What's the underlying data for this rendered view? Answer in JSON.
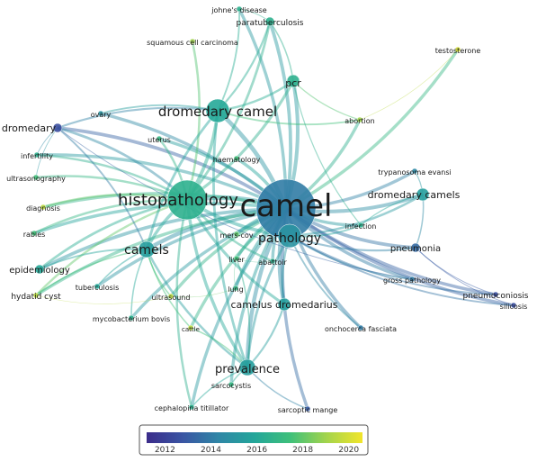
{
  "network": {
    "nodes": [
      {
        "id": "camel",
        "label": "camel",
        "year": 2014.0,
        "weight": 10
      },
      {
        "id": "histopathology",
        "label": "histopathology",
        "year": 2016.5,
        "weight": 7
      },
      {
        "id": "pathology",
        "label": "pathology",
        "year": 2015.0,
        "weight": 5
      },
      {
        "id": "dromedary_camel",
        "label": "dromedary camel",
        "year": 2016.0,
        "weight": 5
      },
      {
        "id": "camels",
        "label": "camels",
        "year": 2015.5,
        "weight": 4
      },
      {
        "id": "pcr",
        "label": "pcr",
        "year": 2016.5,
        "weight": 3
      },
      {
        "id": "prevalence",
        "label": "prevalence",
        "year": 2015.5,
        "weight": 4
      },
      {
        "id": "camelus_dromedarius",
        "label": "camelus dromedarius",
        "year": 2015.5,
        "weight": 3
      },
      {
        "id": "dromedary_camels",
        "label": "dromedary camels",
        "year": 2015.5,
        "weight": 3
      },
      {
        "id": "pneumonia",
        "label": "pneumonia",
        "year": 2013.5,
        "weight": 2
      },
      {
        "id": "dromedary",
        "label": "dromedary",
        "year": 2012.5,
        "weight": 2
      },
      {
        "id": "epidemiology",
        "label": "epidemiology",
        "year": 2016.0,
        "weight": 2
      },
      {
        "id": "paratuberculosis",
        "label": "paratuberculosis",
        "year": 2016.5,
        "weight": 2
      },
      {
        "id": "johnes_disease",
        "label": "johne's disease",
        "year": 2016.5,
        "weight": 1
      },
      {
        "id": "squamous",
        "label": "squamous cell carcinoma",
        "year": 2019.0,
        "weight": 1
      },
      {
        "id": "testosterone",
        "label": "testosterone",
        "year": 2020.0,
        "weight": 1
      },
      {
        "id": "ovary",
        "label": "ovary",
        "year": 2015.0,
        "weight": 1
      },
      {
        "id": "abortion",
        "label": "abortion",
        "year": 2019.0,
        "weight": 1
      },
      {
        "id": "uterus",
        "label": "uterus",
        "year": 2017.0,
        "weight": 1
      },
      {
        "id": "haematology",
        "label": "haematology",
        "year": 2017.5,
        "weight": 1
      },
      {
        "id": "infertility",
        "label": "infertility",
        "year": 2016.5,
        "weight": 1
      },
      {
        "id": "trypanosoma",
        "label": "trypanosoma evansi",
        "year": 2014.5,
        "weight": 1
      },
      {
        "id": "ultrasonography",
        "label": "ultrasonography",
        "year": 2017.5,
        "weight": 1
      },
      {
        "id": "diagnosis",
        "label": "diagnosis",
        "year": 2019.5,
        "weight": 1
      },
      {
        "id": "infection",
        "label": "infection",
        "year": 2016.5,
        "weight": 1
      },
      {
        "id": "mers_cov",
        "label": "mers-cov",
        "year": 2018.0,
        "weight": 1
      },
      {
        "id": "rabies",
        "label": "rabies",
        "year": 2017.5,
        "weight": 1
      },
      {
        "id": "liver",
        "label": "liver",
        "year": 2017.5,
        "weight": 1
      },
      {
        "id": "abattoir",
        "label": "abattoir",
        "year": 2016.5,
        "weight": 1
      },
      {
        "id": "gross_pathology",
        "label": "gross pathology",
        "year": 2014.0,
        "weight": 1
      },
      {
        "id": "tuberculosis",
        "label": "tuberculosis",
        "year": 2016.0,
        "weight": 1
      },
      {
        "id": "hydatid_cyst",
        "label": "hydatid cyst",
        "year": 2019.5,
        "weight": 1
      },
      {
        "id": "ultrasound",
        "label": "ultrasound",
        "year": 2019.5,
        "weight": 1
      },
      {
        "id": "lung",
        "label": "lung",
        "year": 2017.0,
        "weight": 1
      },
      {
        "id": "pneumoconiosis",
        "label": "pneumoconiosis",
        "year": 2012.5,
        "weight": 1
      },
      {
        "id": "silicosis",
        "label": "silicosis",
        "year": 2012.5,
        "weight": 1
      },
      {
        "id": "mycobacterium",
        "label": "mycobacterium bovis",
        "year": 2016.5,
        "weight": 1
      },
      {
        "id": "cattle",
        "label": "cattle",
        "year": 2019.5,
        "weight": 1
      },
      {
        "id": "onchocerca",
        "label": "onchocerca fasciata",
        "year": 2014.0,
        "weight": 1
      },
      {
        "id": "sarcocystis",
        "label": "sarcocystis",
        "year": 2017.0,
        "weight": 1
      },
      {
        "id": "cephalopina",
        "label": "cephalopina titillator",
        "year": 2016.5,
        "weight": 1
      },
      {
        "id": "sarcoptic",
        "label": "sarcoptic mange",
        "year": 2013.0,
        "weight": 1
      }
    ],
    "links": [
      [
        "camel",
        "histopathology"
      ],
      [
        "camel",
        "pathology"
      ],
      [
        "camel",
        "dromedary_camel"
      ],
      [
        "camel",
        "camels"
      ],
      [
        "camel",
        "pcr"
      ],
      [
        "camel",
        "prevalence"
      ],
      [
        "camel",
        "camelus_dromedarius"
      ],
      [
        "camel",
        "dromedary_camels"
      ],
      [
        "camel",
        "pneumonia"
      ],
      [
        "camel",
        "dromedary"
      ],
      [
        "camel",
        "epidemiology"
      ],
      [
        "camel",
        "paratuberculosis"
      ],
      [
        "camel",
        "johnes_disease"
      ],
      [
        "camel",
        "testosterone"
      ],
      [
        "camel",
        "abortion"
      ],
      [
        "camel",
        "haematology"
      ],
      [
        "camel",
        "trypanosoma"
      ],
      [
        "camel",
        "infection"
      ],
      [
        "camel",
        "mers_cov"
      ],
      [
        "camel",
        "liver"
      ],
      [
        "camel",
        "abattoir"
      ],
      [
        "camel",
        "gross_pathology"
      ],
      [
        "camel",
        "tuberculosis"
      ],
      [
        "camel",
        "hydatid_cyst"
      ],
      [
        "camel",
        "ultrasound"
      ],
      [
        "camel",
        "lung"
      ],
      [
        "camel",
        "pneumoconiosis"
      ],
      [
        "camel",
        "silicosis"
      ],
      [
        "camel",
        "cattle"
      ],
      [
        "camel",
        "onchocerca"
      ],
      [
        "camel",
        "sarcocystis"
      ],
      [
        "camel",
        "cephalopina"
      ],
      [
        "camel",
        "sarcoptic"
      ],
      [
        "camel",
        "ovary"
      ],
      [
        "camel",
        "uterus"
      ],
      [
        "camel",
        "infertility"
      ],
      [
        "camel",
        "diagnosis"
      ],
      [
        "camel",
        "rabies"
      ],
      [
        "camel",
        "mycobacterium"
      ],
      [
        "histopathology",
        "dromedary_camel"
      ],
      [
        "histopathology",
        "camels"
      ],
      [
        "histopathology",
        "prevalence"
      ],
      [
        "histopathology",
        "paratuberculosis"
      ],
      [
        "histopathology",
        "pcr"
      ],
      [
        "histopathology",
        "dromedary"
      ],
      [
        "histopathology",
        "epidemiology"
      ],
      [
        "histopathology",
        "diagnosis"
      ],
      [
        "histopathology",
        "infertility"
      ],
      [
        "histopathology",
        "ultrasonography"
      ],
      [
        "histopathology",
        "squamous"
      ],
      [
        "histopathology",
        "uterus"
      ],
      [
        "histopathology",
        "pathology"
      ],
      [
        "histopathology",
        "abattoir"
      ],
      [
        "histopathology",
        "camelus_dromedarius"
      ],
      [
        "histopathology",
        "rabies"
      ],
      [
        "histopathology",
        "hydatid_cyst"
      ],
      [
        "histopathology",
        "cephalopina"
      ],
      [
        "dromedary_camel",
        "pcr"
      ],
      [
        "dromedary_camel",
        "paratuberculosis"
      ],
      [
        "dromedary_camel",
        "prevalence"
      ],
      [
        "dromedary_camel",
        "camels"
      ],
      [
        "dromedary_camel",
        "ovary"
      ],
      [
        "dromedary_camel",
        "dromedary"
      ],
      [
        "dromedary_camel",
        "johnes_disease"
      ],
      [
        "dromedary_camel",
        "abortion"
      ],
      [
        "pathology",
        "pneumonia"
      ],
      [
        "pathology",
        "gross_pathology"
      ],
      [
        "pathology",
        "pneumoconiosis"
      ],
      [
        "pathology",
        "silicosis"
      ],
      [
        "pathology",
        "dromedary_camels"
      ],
      [
        "pathology",
        "onchocerca"
      ],
      [
        "pathology",
        "camelus_dromedarius"
      ],
      [
        "pathology",
        "infection"
      ],
      [
        "pathology",
        "prevalence"
      ],
      [
        "camels",
        "prevalence"
      ],
      [
        "camels",
        "epidemiology"
      ],
      [
        "camels",
        "tuberculosis"
      ],
      [
        "camels",
        "mycobacterium"
      ],
      [
        "camels",
        "hydatid_cyst"
      ],
      [
        "camels",
        "dromedary"
      ],
      [
        "camels",
        "ultrasound"
      ],
      [
        "camels",
        "cattle"
      ],
      [
        "prevalence",
        "sarcocystis"
      ],
      [
        "prevalence",
        "cephalopina"
      ],
      [
        "prevalence",
        "sarcoptic"
      ],
      [
        "prevalence",
        "camelus_dromedarius"
      ],
      [
        "prevalence",
        "cattle"
      ],
      [
        "prevalence",
        "liver"
      ],
      [
        "pcr",
        "paratuberculosis"
      ],
      [
        "pcr",
        "abortion"
      ],
      [
        "pcr",
        "infection"
      ],
      [
        "dromedary",
        "infertility"
      ],
      [
        "dromedary",
        "ultrasonography"
      ],
      [
        "dromedary",
        "gross_pathology"
      ],
      [
        "pneumonia",
        "pneumoconiosis"
      ],
      [
        "pneumonia",
        "silicosis"
      ],
      [
        "pneumonia",
        "dromedary_camels"
      ],
      [
        "dromedary_camels",
        "trypanosoma"
      ],
      [
        "dromedary_camels",
        "infection"
      ],
      [
        "paratuberculosis",
        "johnes_disease"
      ],
      [
        "abortion",
        "testosterone"
      ],
      [
        "hydatid_cyst",
        "ultrasound"
      ],
      [
        "liver",
        "abattoir"
      ],
      [
        "liver",
        "lung"
      ],
      [
        "ultrasound",
        "lung"
      ]
    ]
  },
  "legend": {
    "ticks": [
      "2012",
      "2014",
      "2016",
      "2018",
      "2020"
    ],
    "year_min": 2011.2,
    "year_max": 2020.6,
    "gradient": [
      "#3b2c8a",
      "#3a55a3",
      "#2f86a6",
      "#23a69a",
      "#3fc07a",
      "#a3d44c",
      "#f2e52a"
    ]
  }
}
